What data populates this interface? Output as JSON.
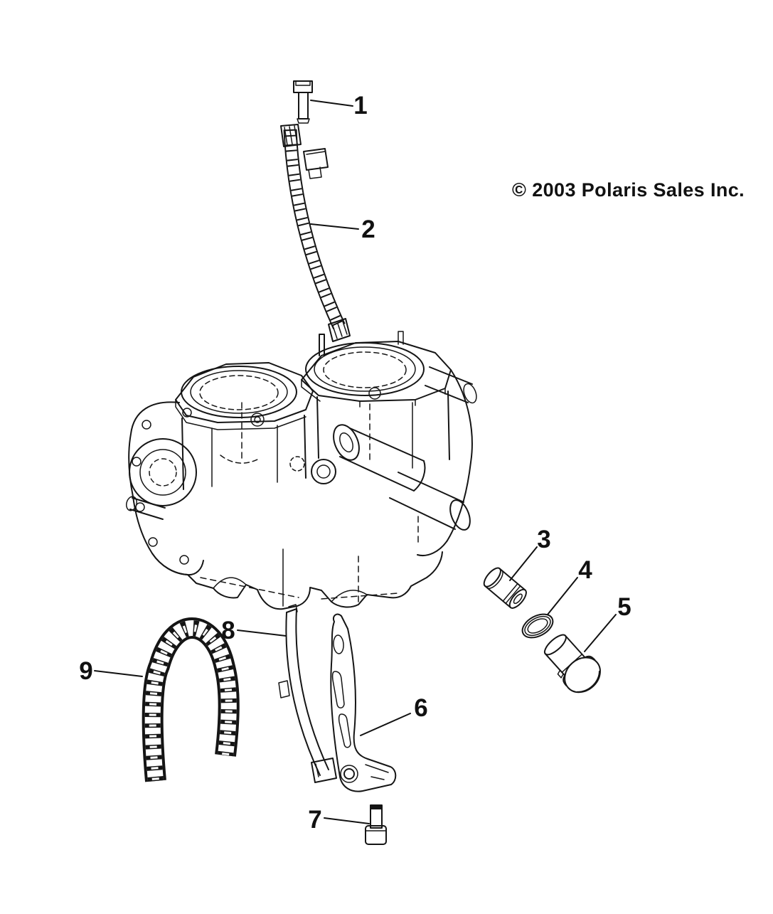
{
  "colors": {
    "background": "#ffffff",
    "ink": "#151515"
  },
  "copyright": {
    "text": "© 2003 Polaris Sales Inc."
  },
  "callouts": [
    {
      "label": "1"
    },
    {
      "label": "2"
    },
    {
      "label": "3"
    },
    {
      "label": "4"
    },
    {
      "label": "5"
    },
    {
      "label": "6"
    },
    {
      "label": "7"
    },
    {
      "label": "8"
    },
    {
      "label": "9"
    }
  ]
}
